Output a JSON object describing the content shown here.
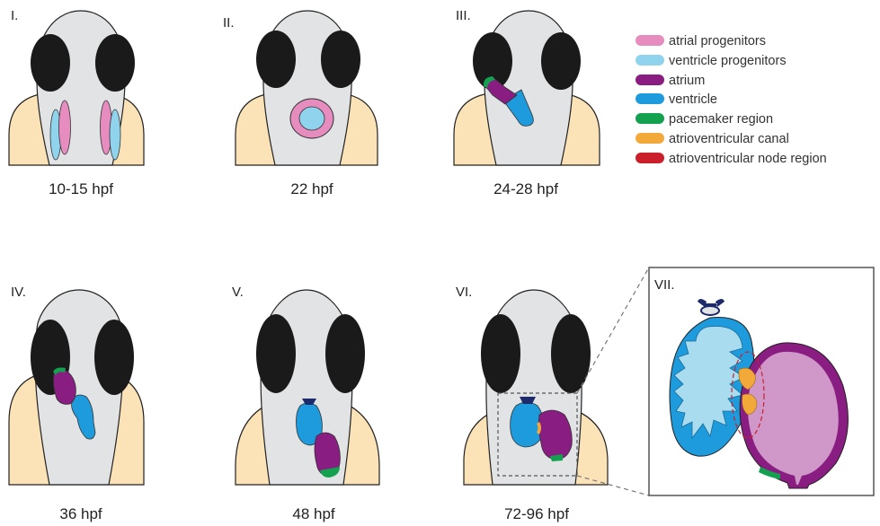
{
  "panels": [
    {
      "numeral": "I.",
      "stage": "10-15 hpf"
    },
    {
      "numeral": "II.",
      "stage": "22 hpf"
    },
    {
      "numeral": "III.",
      "stage": "24-28 hpf"
    },
    {
      "numeral": "IV.",
      "stage": "36 hpf"
    },
    {
      "numeral": "V.",
      "stage": "48 hpf"
    },
    {
      "numeral": "VI.",
      "stage": "72-96 hpf"
    },
    {
      "numeral": "VII.",
      "stage": ""
    }
  ],
  "legend": [
    {
      "label": "atrial progenitors",
      "color": "#e68cbf"
    },
    {
      "label": "ventricle progenitors",
      "color": "#8fd3ec"
    },
    {
      "label": "atrium",
      "color": "#8a1d82"
    },
    {
      "label": "ventricle",
      "color": "#1e9bdc"
    },
    {
      "label": "pacemaker region",
      "color": "#13a04f"
    },
    {
      "label": "atrioventricular canal",
      "color": "#f3a93a"
    },
    {
      "label": "atrioventricular node region",
      "color": "#cc1f2c"
    }
  ],
  "colors": {
    "head": "#e1e3e5",
    "yolk": "#fbe3b7",
    "eye": "#1a1a1a",
    "outline": "#222222",
    "outflow": "#1d2b6b",
    "atrium_light": "#cf98c9",
    "ventricle_light": "#a9dcef"
  }
}
